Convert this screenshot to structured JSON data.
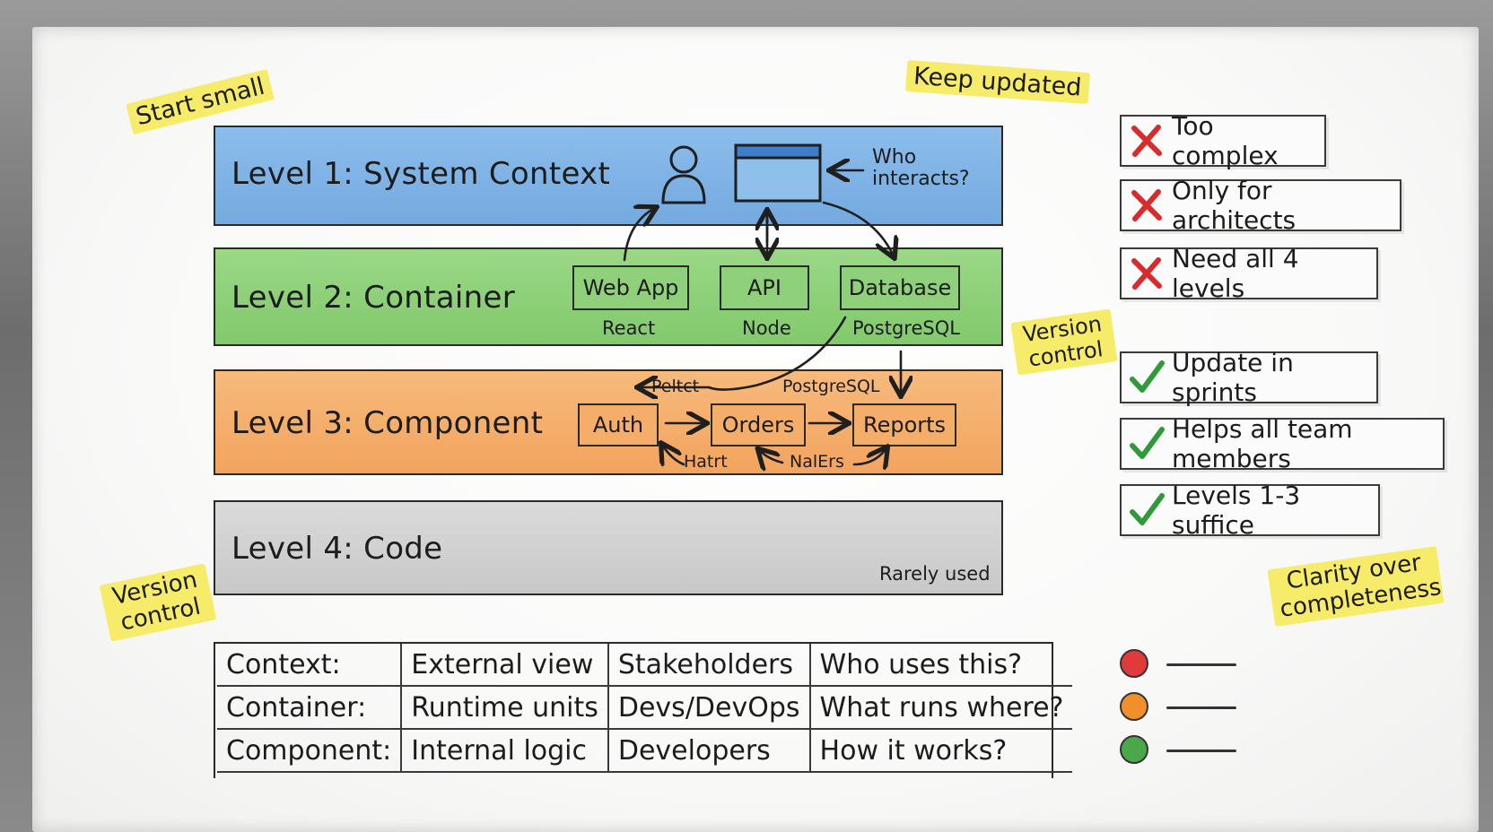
{
  "notes": {
    "start_small": "Start small",
    "keep_updated": "Keep updated",
    "version_control_right": "Version control",
    "version_control_left": "Version control",
    "clarity": "Clarity over completeness"
  },
  "levels": [
    {
      "title": "Level 1: System Context",
      "color": "#7fb2e6"
    },
    {
      "title": "Level 2: Container",
      "color": "#8fd07a"
    },
    {
      "title": "Level 3: Component",
      "color": "#f5ad6a"
    },
    {
      "title": "Level 4: Code",
      "color": "#cfcfcf",
      "note": "Rarely used"
    }
  ],
  "level1": {
    "question": "Who interacts?"
  },
  "containers": [
    {
      "name": "Web App",
      "tech": "React"
    },
    {
      "name": "API",
      "tech": "Node"
    },
    {
      "name": "Database",
      "tech": "PostgreSQL"
    }
  ],
  "components": [
    {
      "name": "Auth"
    },
    {
      "name": "Orders"
    },
    {
      "name": "Reports"
    }
  ],
  "component_labels": {
    "top_left": "Peltct",
    "top_right": "PostgreSQL",
    "bottom_left": "Hatrt",
    "bottom_right": "NalErs"
  },
  "myths": [
    {
      "text": "Too complex"
    },
    {
      "text": "Only for architects"
    },
    {
      "text": "Need all 4 levels"
    }
  ],
  "facts": [
    {
      "text": "Update in sprints"
    },
    {
      "text": "Helps all team members"
    },
    {
      "text": "Levels 1-3 suffice"
    }
  ],
  "summary_table": [
    [
      "Context:",
      "External view",
      "Stakeholders",
      "Who uses this?"
    ],
    [
      "Container:",
      "Runtime units",
      "Devs/DevOps",
      "What runs where?"
    ],
    [
      "Component:",
      "Internal logic",
      "Developers",
      "How it works?"
    ]
  ],
  "status_colors": [
    "#e03a3a",
    "#f0902a",
    "#4aa84a"
  ],
  "colors": {
    "myth_mark": "#d92b2b",
    "fact_mark": "#2f9a3a"
  }
}
